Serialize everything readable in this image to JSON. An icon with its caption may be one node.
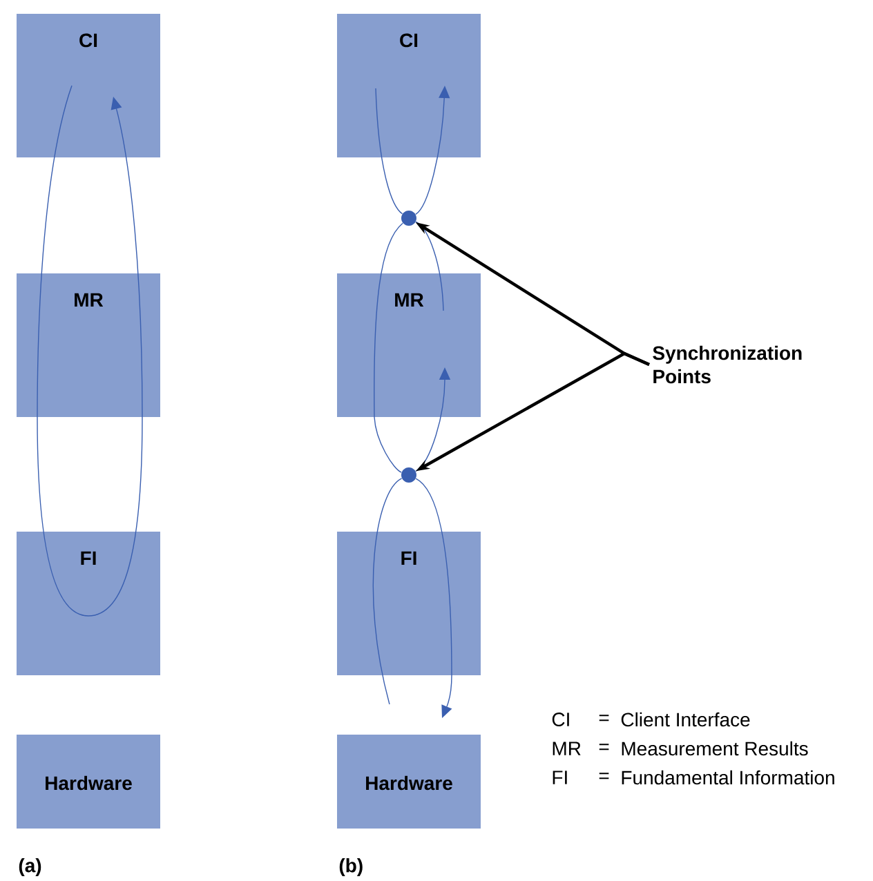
{
  "diagram": {
    "nodes": [
      {
        "text": [
          "CI"
        ]
      },
      {
        "text": [
          "MR"
        ]
      },
      {
        "text": [
          "FI"
        ]
      },
      {
        "text": [
          "Hardware"
        ]
      },
      {
        "text": [
          "CI"
        ]
      },
      {
        "text": [
          "MR"
        ]
      },
      {
        "text": [
          "FI"
        ]
      },
      {
        "text": [
          "Hardware"
        ]
      },
      {
        "text": [],
        "shape": "circle"
      },
      {
        "text": [],
        "shape": "circle"
      },
      {
        "text": [
          "Synchronization Points"
        ]
      }
    ],
    "edges": [
      {
        "from": 0,
        "to": 1,
        "arrow": "none"
      },
      {
        "from": 1,
        "to": 2,
        "arrow": "none"
      },
      {
        "from": 2,
        "to": 1,
        "arrow": "none"
      },
      {
        "from": 1,
        "to": 0,
        "arrow": "to"
      },
      {
        "from": 4,
        "to": 8,
        "arrow": "none"
      },
      {
        "from": 8,
        "to": 4,
        "arrow": "to"
      },
      {
        "from": 5,
        "to": 8,
        "arrow": "none"
      },
      {
        "from": 8,
        "to": 5,
        "arrow": "none"
      },
      {
        "from": 5,
        "to": 9,
        "arrow": "none"
      },
      {
        "from": 9,
        "to": 5,
        "arrow": "to"
      },
      {
        "from": null,
        "to": 9,
        "arrow": "none"
      },
      {
        "from": 9,
        "to": 6,
        "arrow": "none"
      },
      {
        "from": 6,
        "to": 7,
        "arrow": "to"
      },
      {
        "from": 10,
        "to": 8,
        "arrow": "to",
        "style": "thick",
        "color": "#000000"
      },
      {
        "from": 10,
        "to": 9,
        "arrow": "to",
        "style": "thick",
        "color": "#000000"
      }
    ],
    "labels": [
      "CI",
      "=",
      "Client Interface",
      "MR",
      "=",
      "Measurement Results",
      "FI",
      "=",
      "Fundamental Information",
      "(a)",
      "(b)"
    ]
  }
}
